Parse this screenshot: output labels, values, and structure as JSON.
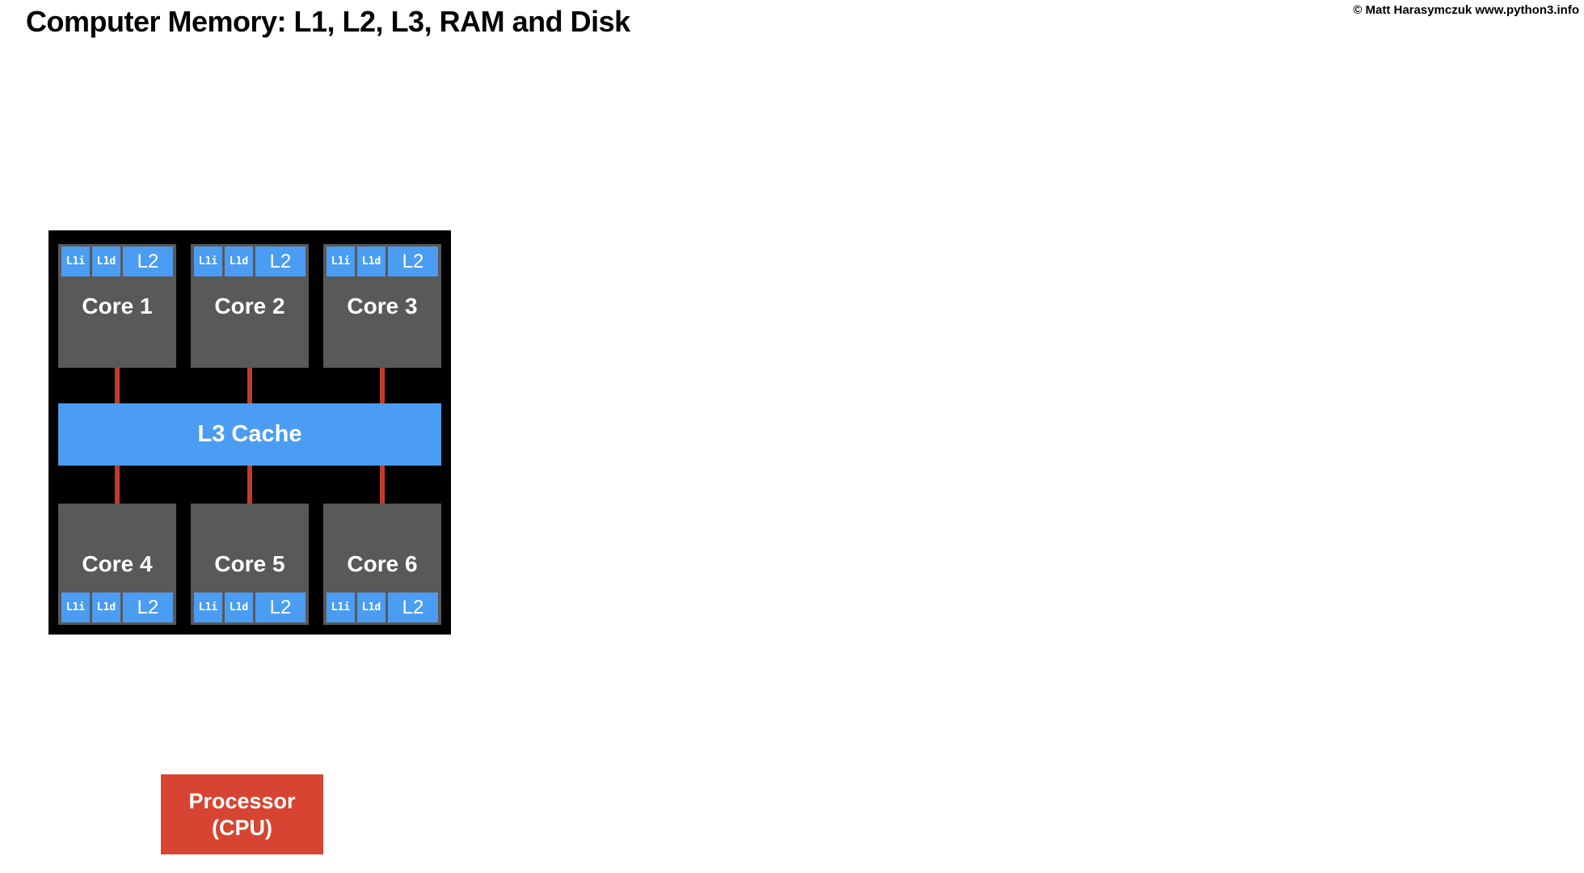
{
  "page": {
    "title": "Computer Memory: L1, L2, L3, RAM and Disk",
    "copyright": "© Matt Harasymczuk www.python3.info"
  },
  "colors": {
    "blue": "#4a9df2",
    "core-gray": "#595959",
    "package-black": "#000000",
    "red-line": "#c23b27",
    "red-box": "#d74431",
    "text-white": "#ffffff",
    "text-black": "#000000"
  },
  "diagram": {
    "l3_label": "L3 Cache",
    "cores_top": [
      {
        "name": "Core 1",
        "caches": [
          "L1i",
          "L1d",
          "L2"
        ]
      },
      {
        "name": "Core 2",
        "caches": [
          "L1i",
          "L1d",
          "L2"
        ]
      },
      {
        "name": "Core 3",
        "caches": [
          "L1i",
          "L1d",
          "L2"
        ]
      }
    ],
    "cores_bottom": [
      {
        "name": "Core 4",
        "caches": [
          "L1i",
          "L1d",
          "L2"
        ]
      },
      {
        "name": "Core 5",
        "caches": [
          "L1i",
          "L1d",
          "L2"
        ]
      },
      {
        "name": "Core 6",
        "caches": [
          "L1i",
          "L1d",
          "L2"
        ]
      }
    ],
    "cpu_label_line1": "Processor",
    "cpu_label_line2": "(CPU)"
  }
}
